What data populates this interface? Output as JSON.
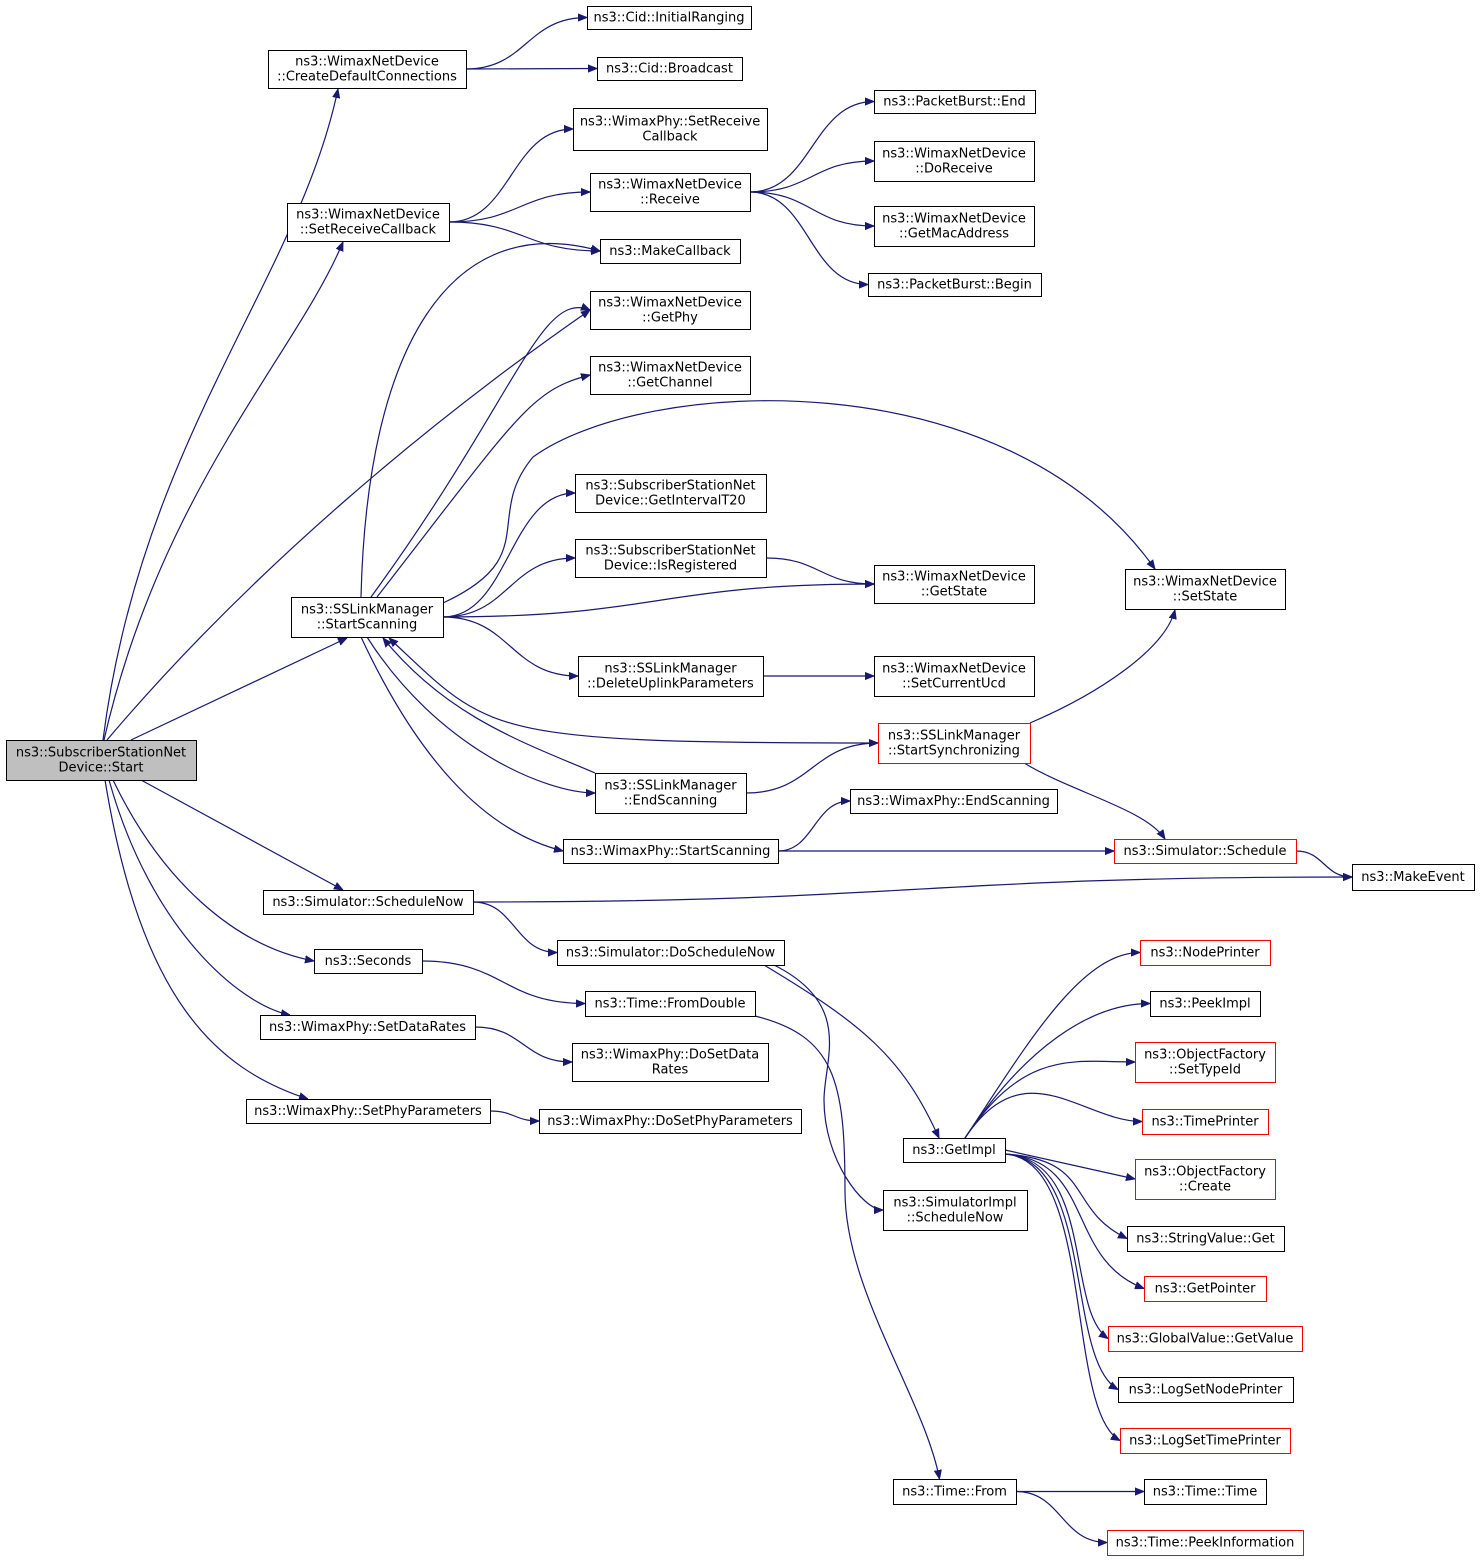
{
  "colors": {
    "edge": "#191970",
    "node_border": "#000000",
    "node_border_truncated": "#ff0000",
    "root_fill": "#bfbfbf",
    "node_fill": "#ffffff"
  },
  "nodes": [
    {
      "id": "start",
      "lines": [
        "ns3::SubscriberStationNet",
        "Device::Start"
      ],
      "kind": "root"
    },
    {
      "id": "create_default_connections",
      "lines": [
        "ns3::WimaxNetDevice",
        "::CreateDefaultConnections"
      ],
      "kind": "normal"
    },
    {
      "id": "cid_initial_ranging",
      "lines": [
        "ns3::Cid::InitialRanging"
      ],
      "kind": "normal"
    },
    {
      "id": "cid_broadcast",
      "lines": [
        "ns3::Cid::Broadcast"
      ],
      "kind": "normal"
    },
    {
      "id": "phy_set_receive_callback",
      "lines": [
        "ns3::WimaxPhy::SetReceive",
        "Callback"
      ],
      "kind": "normal"
    },
    {
      "id": "dev_set_receive_callback",
      "lines": [
        "ns3::WimaxNetDevice",
        "::SetReceiveCallback"
      ],
      "kind": "normal"
    },
    {
      "id": "dev_receive",
      "lines": [
        "ns3::WimaxNetDevice",
        "::Receive"
      ],
      "kind": "normal"
    },
    {
      "id": "packetburst_end",
      "lines": [
        "ns3::PacketBurst::End"
      ],
      "kind": "normal"
    },
    {
      "id": "dev_do_receive",
      "lines": [
        "ns3::WimaxNetDevice",
        "::DoReceive"
      ],
      "kind": "normal"
    },
    {
      "id": "dev_get_mac_address",
      "lines": [
        "ns3::WimaxNetDevice",
        "::GetMacAddress"
      ],
      "kind": "normal"
    },
    {
      "id": "packetburst_begin",
      "lines": [
        "ns3::PacketBurst::Begin"
      ],
      "kind": "normal"
    },
    {
      "id": "make_callback",
      "lines": [
        "ns3::MakeCallback"
      ],
      "kind": "normal"
    },
    {
      "id": "dev_get_phy",
      "lines": [
        "ns3::WimaxNetDevice",
        "::GetPhy"
      ],
      "kind": "normal"
    },
    {
      "id": "dev_get_channel",
      "lines": [
        "ns3::WimaxNetDevice",
        "::GetChannel"
      ],
      "kind": "normal"
    },
    {
      "id": "ss_get_interval_t20",
      "lines": [
        "ns3::SubscriberStationNet",
        "Device::GetIntervalT20"
      ],
      "kind": "normal"
    },
    {
      "id": "ss_is_registered",
      "lines": [
        "ns3::SubscriberStationNet",
        "Device::IsRegistered"
      ],
      "kind": "normal"
    },
    {
      "id": "dev_get_state",
      "lines": [
        "ns3::WimaxNetDevice",
        "::GetState"
      ],
      "kind": "normal"
    },
    {
      "id": "dev_set_state",
      "lines": [
        "ns3::WimaxNetDevice",
        "::SetState"
      ],
      "kind": "normal"
    },
    {
      "id": "sslm_start_scanning",
      "lines": [
        "ns3::SSLinkManager",
        "::StartScanning"
      ],
      "kind": "normal"
    },
    {
      "id": "sslm_delete_uplink",
      "lines": [
        "ns3::SSLinkManager",
        "::DeleteUplinkParameters"
      ],
      "kind": "normal"
    },
    {
      "id": "dev_set_current_ucd",
      "lines": [
        "ns3::WimaxNetDevice",
        "::SetCurrentUcd"
      ],
      "kind": "normal"
    },
    {
      "id": "sslm_start_sync",
      "lines": [
        "ns3::SSLinkManager",
        "::StartSynchronizing"
      ],
      "kind": "truncated"
    },
    {
      "id": "sslm_end_scanning",
      "lines": [
        "ns3::SSLinkManager",
        "::EndScanning"
      ],
      "kind": "normal"
    },
    {
      "id": "phy_end_scanning",
      "lines": [
        "ns3::WimaxPhy::EndScanning"
      ],
      "kind": "normal"
    },
    {
      "id": "phy_start_scanning",
      "lines": [
        "ns3::WimaxPhy::StartScanning"
      ],
      "kind": "normal"
    },
    {
      "id": "sim_schedule",
      "lines": [
        "ns3::Simulator::Schedule"
      ],
      "kind": "truncated"
    },
    {
      "id": "make_event",
      "lines": [
        "ns3::MakeEvent"
      ],
      "kind": "normal"
    },
    {
      "id": "sim_schedule_now",
      "lines": [
        "ns3::Simulator::ScheduleNow"
      ],
      "kind": "normal"
    },
    {
      "id": "sim_do_schedule_now",
      "lines": [
        "ns3::Simulator::DoScheduleNow"
      ],
      "kind": "normal"
    },
    {
      "id": "seconds",
      "lines": [
        "ns3::Seconds"
      ],
      "kind": "normal"
    },
    {
      "id": "time_from_double",
      "lines": [
        "ns3::Time::FromDouble"
      ],
      "kind": "normal"
    },
    {
      "id": "phy_set_data_rates",
      "lines": [
        "ns3::WimaxPhy::SetDataRates"
      ],
      "kind": "normal"
    },
    {
      "id": "phy_do_set_data_rates",
      "lines": [
        "ns3::WimaxPhy::DoSetData",
        "Rates"
      ],
      "kind": "normal"
    },
    {
      "id": "phy_set_phy_params",
      "lines": [
        "ns3::WimaxPhy::SetPhyParameters"
      ],
      "kind": "normal"
    },
    {
      "id": "phy_do_set_phy_params",
      "lines": [
        "ns3::WimaxPhy::DoSetPhyParameters"
      ],
      "kind": "normal"
    },
    {
      "id": "get_impl",
      "lines": [
        "ns3::GetImpl"
      ],
      "kind": "normal"
    },
    {
      "id": "simimpl_schedule_now",
      "lines": [
        "ns3::SimulatorImpl",
        "::ScheduleNow"
      ],
      "kind": "normal"
    },
    {
      "id": "node_printer",
      "lines": [
        "ns3::NodePrinter"
      ],
      "kind": "truncated"
    },
    {
      "id": "peek_impl",
      "lines": [
        "ns3::PeekImpl"
      ],
      "kind": "normal"
    },
    {
      "id": "of_set_type_id",
      "lines": [
        "ns3::ObjectFactory",
        "::SetTypeId"
      ],
      "kind": "truncated"
    },
    {
      "id": "time_printer",
      "lines": [
        "ns3::TimePrinter"
      ],
      "kind": "truncated"
    },
    {
      "id": "of_create",
      "lines": [
        "ns3::ObjectFactory",
        "::Create"
      ],
      "kind": "truncated"
    },
    {
      "id": "string_value_get",
      "lines": [
        "ns3::StringValue::Get"
      ],
      "kind": "normal"
    },
    {
      "id": "get_pointer",
      "lines": [
        "ns3::GetPointer"
      ],
      "kind": "truncated"
    },
    {
      "id": "global_value_get",
      "lines": [
        "ns3::GlobalValue::GetValue"
      ],
      "kind": "truncated"
    },
    {
      "id": "log_set_node_printer",
      "lines": [
        "ns3::LogSetNodePrinter"
      ],
      "kind": "normal"
    },
    {
      "id": "log_set_time_printer",
      "lines": [
        "ns3::LogSetTimePrinter"
      ],
      "kind": "truncated"
    },
    {
      "id": "time_from",
      "lines": [
        "ns3::Time::From"
      ],
      "kind": "normal"
    },
    {
      "id": "time_time",
      "lines": [
        "ns3::Time::Time"
      ],
      "kind": "normal"
    },
    {
      "id": "time_peek_info",
      "lines": [
        "ns3::Time::PeekInformation"
      ],
      "kind": "truncated"
    }
  ],
  "edges": [
    {
      "from": "start",
      "to": "create_default_connections"
    },
    {
      "from": "create_default_connections",
      "to": "cid_initial_ranging"
    },
    {
      "from": "create_default_connections",
      "to": "cid_broadcast"
    },
    {
      "from": "start",
      "to": "dev_set_receive_callback"
    },
    {
      "from": "dev_set_receive_callback",
      "to": "phy_set_receive_callback"
    },
    {
      "from": "dev_set_receive_callback",
      "to": "dev_receive"
    },
    {
      "from": "dev_set_receive_callback",
      "to": "make_callback"
    },
    {
      "from": "dev_receive",
      "to": "packetburst_end"
    },
    {
      "from": "dev_receive",
      "to": "dev_do_receive"
    },
    {
      "from": "dev_receive",
      "to": "dev_get_mac_address"
    },
    {
      "from": "dev_receive",
      "to": "packetburst_begin"
    },
    {
      "from": "start",
      "to": "dev_get_phy"
    },
    {
      "from": "start",
      "to": "sslm_start_scanning"
    },
    {
      "from": "sslm_start_scanning",
      "to": "make_callback"
    },
    {
      "from": "sslm_start_scanning",
      "to": "dev_get_phy"
    },
    {
      "from": "sslm_start_scanning",
      "to": "dev_get_channel"
    },
    {
      "from": "sslm_start_scanning",
      "to": "ss_get_interval_t20"
    },
    {
      "from": "sslm_start_scanning",
      "to": "ss_is_registered"
    },
    {
      "from": "sslm_start_scanning",
      "to": "dev_get_state"
    },
    {
      "from": "sslm_start_scanning",
      "to": "dev_set_state"
    },
    {
      "from": "ss_is_registered",
      "to": "dev_get_state"
    },
    {
      "from": "sslm_start_scanning",
      "to": "sslm_delete_uplink"
    },
    {
      "from": "sslm_delete_uplink",
      "to": "dev_set_current_ucd"
    },
    {
      "from": "sslm_start_sync",
      "to": "sslm_start_scanning"
    },
    {
      "from": "sslm_start_sync",
      "to": "dev_set_state"
    },
    {
      "from": "sslm_start_sync",
      "to": "sim_schedule"
    },
    {
      "from": "sslm_start_scanning",
      "to": "sslm_end_scanning"
    },
    {
      "from": "sslm_end_scanning",
      "to": "sslm_start_scanning"
    },
    {
      "from": "sslm_end_scanning",
      "to": "sslm_start_sync"
    },
    {
      "from": "sslm_start_scanning",
      "to": "phy_start_scanning"
    },
    {
      "from": "phy_start_scanning",
      "to": "phy_end_scanning"
    },
    {
      "from": "phy_start_scanning",
      "to": "sim_schedule"
    },
    {
      "from": "sim_schedule",
      "to": "make_event"
    },
    {
      "from": "start",
      "to": "sim_schedule_now"
    },
    {
      "from": "sim_schedule_now",
      "to": "make_event"
    },
    {
      "from": "sim_schedule_now",
      "to": "sim_do_schedule_now"
    },
    {
      "from": "sim_do_schedule_now",
      "to": "get_impl"
    },
    {
      "from": "sim_do_schedule_now",
      "to": "simimpl_schedule_now"
    },
    {
      "from": "start",
      "to": "seconds"
    },
    {
      "from": "seconds",
      "to": "time_from_double"
    },
    {
      "from": "time_from_double",
      "to": "time_from"
    },
    {
      "from": "start",
      "to": "phy_set_data_rates"
    },
    {
      "from": "phy_set_data_rates",
      "to": "phy_do_set_data_rates"
    },
    {
      "from": "start",
      "to": "phy_set_phy_params"
    },
    {
      "from": "phy_set_phy_params",
      "to": "phy_do_set_phy_params"
    },
    {
      "from": "get_impl",
      "to": "node_printer"
    },
    {
      "from": "get_impl",
      "to": "peek_impl"
    },
    {
      "from": "get_impl",
      "to": "of_set_type_id"
    },
    {
      "from": "get_impl",
      "to": "time_printer"
    },
    {
      "from": "get_impl",
      "to": "of_create"
    },
    {
      "from": "get_impl",
      "to": "string_value_get"
    },
    {
      "from": "get_impl",
      "to": "get_pointer"
    },
    {
      "from": "get_impl",
      "to": "global_value_get"
    },
    {
      "from": "get_impl",
      "to": "log_set_node_printer"
    },
    {
      "from": "get_impl",
      "to": "log_set_time_printer"
    },
    {
      "from": "time_from",
      "to": "time_time"
    },
    {
      "from": "time_from",
      "to": "time_peek_info"
    }
  ]
}
